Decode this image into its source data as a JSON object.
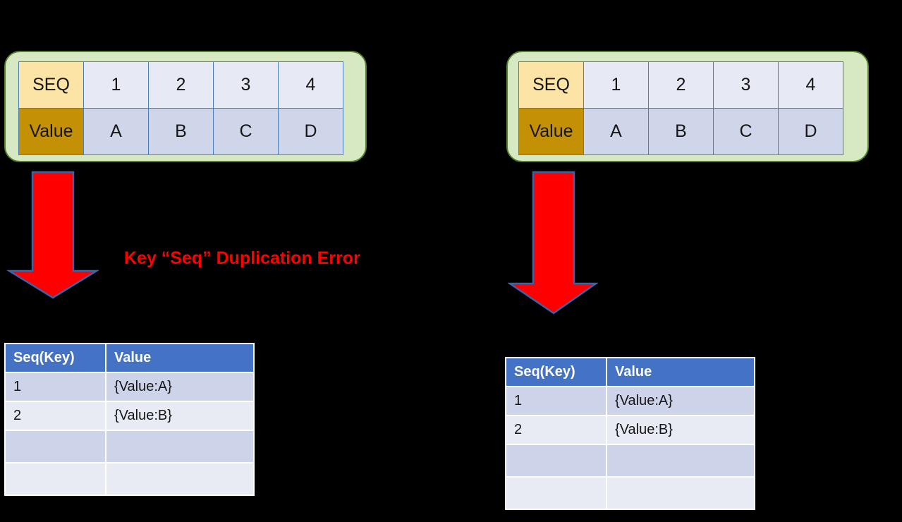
{
  "colors": {
    "background": "#000000",
    "panel_fill": "#D6E9C2",
    "panel_border": "#55802B",
    "seq_header_fill": "#FCE4A6",
    "value_header_fill": "#C49005",
    "seq_cell_fill": "#E7EAF4",
    "value_cell_fill": "#D0D6E9",
    "cell_border": "#4A7EBB",
    "arrow_fill": "#FF0000",
    "arrow_stroke": "#3A63A8",
    "table_header_fill": "#4472C4",
    "table_header_text": "#FFFFFF",
    "band_a": "#CDD4E9",
    "band_b": "#E8EBF4",
    "error_text": "#FF0000"
  },
  "left": {
    "seq_strip": {
      "row_labels": [
        "SEQ",
        "Value"
      ],
      "seq_values": [
        "1",
        "2",
        "3",
        "4"
      ],
      "value_values": [
        "A",
        "B",
        "C",
        "D"
      ]
    },
    "arrow": {
      "name": "down-arrow",
      "glyph": "↓"
    },
    "error_message": "Key “Seq” Duplication Error",
    "result_table": {
      "headers": [
        "Seq(Key)",
        "Value"
      ],
      "rows": [
        {
          "key": "1",
          "value": "{Value:A}"
        },
        {
          "key": "2",
          "value": "{Value:B}"
        },
        {
          "key": "",
          "value": ""
        },
        {
          "key": "",
          "value": ""
        }
      ]
    }
  },
  "right": {
    "seq_strip": {
      "row_labels": [
        "SEQ",
        "Value"
      ],
      "seq_values": [
        "1",
        "2",
        "3",
        "4"
      ],
      "value_values": [
        "A",
        "B",
        "C",
        "D"
      ]
    },
    "arrow": {
      "name": "down-arrow",
      "glyph": "↓"
    },
    "result_table": {
      "headers": [
        "Seq(Key)",
        "Value"
      ],
      "rows": [
        {
          "key": "1",
          "value": "{Value:A}"
        },
        {
          "key": "2",
          "value": "{Value:B}"
        },
        {
          "key": "",
          "value": ""
        },
        {
          "key": "",
          "value": ""
        }
      ]
    }
  }
}
